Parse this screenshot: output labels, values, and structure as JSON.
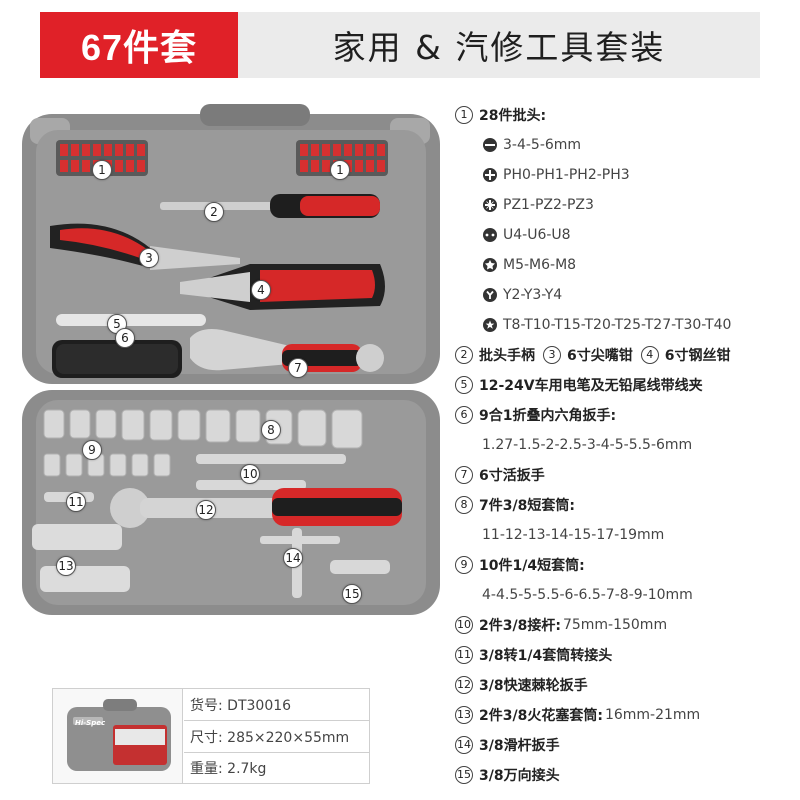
{
  "header": {
    "badge": "67件套",
    "title": "家用 & 汽修工具套装",
    "accent_color": "#e02128"
  },
  "case": {
    "brand": "Hi-Spec",
    "callouts": [
      "1",
      "1",
      "2",
      "3",
      "4",
      "5",
      "6",
      "7",
      "8",
      "9",
      "10",
      "11",
      "12",
      "13",
      "14",
      "15"
    ]
  },
  "contents": {
    "item1": {
      "num": "1",
      "title": "28件批头:"
    },
    "bits": [
      {
        "icon": "slotted-bit-icon",
        "spec": "3-4-5-6mm"
      },
      {
        "icon": "phillips-bit-icon",
        "spec": "PH0-PH1-PH2-PH3"
      },
      {
        "icon": "pozidriv-bit-icon",
        "spec": "PZ1-PZ2-PZ3"
      },
      {
        "icon": "tri-wing-bit-icon",
        "spec": "U4-U6-U8"
      },
      {
        "icon": "spline-bit-icon",
        "spec": "M5-M6-M8"
      },
      {
        "icon": "y-type-bit-icon",
        "spec": "Y2-Y3-Y4"
      },
      {
        "icon": "torx-bit-icon",
        "spec": "T8-T10-T15-T20-T25-T27-T30-T40"
      }
    ],
    "item2": {
      "num": "2",
      "title": "批头手柄"
    },
    "item3": {
      "num": "3",
      "title": "6寸尖嘴钳"
    },
    "item4": {
      "num": "4",
      "title": "6寸钢丝钳"
    },
    "item5": {
      "num": "5",
      "title": "12-24V车用电笔及无铅尾线带线夹"
    },
    "item6": {
      "num": "6",
      "title": "9合1折叠内六角扳手:",
      "detail": "1.27-1.5-2-2.5-3-4-5-5.5-6mm"
    },
    "item7": {
      "num": "7",
      "title": "6寸活扳手"
    },
    "item8": {
      "num": "8",
      "title": "7件3/8短套筒:",
      "detail": "11-12-13-14-15-17-19mm"
    },
    "item9": {
      "num": "9",
      "title": "10件1/4短套筒:",
      "detail": "4-4.5-5-5.5-6-6.5-7-8-9-10mm"
    },
    "item10": {
      "num": "10",
      "title": "2件3/8接杆:",
      "spec": "75mm-150mm"
    },
    "item11": {
      "num": "11",
      "title": "3/8转1/4套筒转接头"
    },
    "item12": {
      "num": "12",
      "title": "3/8快速棘轮扳手"
    },
    "item13": {
      "num": "13",
      "title": "2件3/8火花塞套筒:",
      "spec": "16mm-21mm"
    },
    "item14": {
      "num": "14",
      "title": "3/8滑杆扳手"
    },
    "item15": {
      "num": "15",
      "title": "3/8万向接头"
    }
  },
  "spec": {
    "model": "货号: DT30016",
    "size": "尺寸: 285×220×55mm",
    "weight": "重量: 2.7kg"
  }
}
